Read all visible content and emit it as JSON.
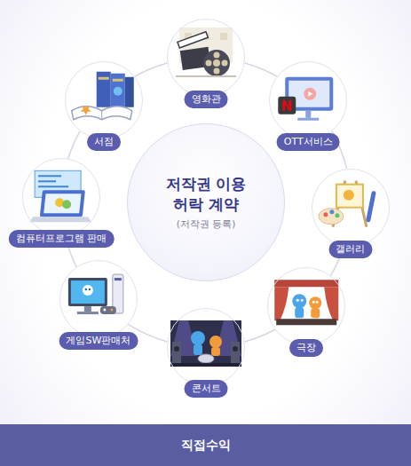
{
  "diagram": {
    "nodes": [
      {
        "text": [
          "저작권 이용 허락 계약",
          "(저작권 등록)"
        ]
      },
      {
        "text": [
          "영화관"
        ]
      },
      {
        "text": [
          "OTT서비스"
        ]
      },
      {
        "text": [
          "갤러리"
        ]
      },
      {
        "text": [
          "극장"
        ]
      },
      {
        "text": [
          "콘서트"
        ]
      },
      {
        "text": [
          "게임SW판매처"
        ]
      },
      {
        "text": [
          "컴퓨터프로그램 판매"
        ]
      },
      {
        "text": [
          "서점"
        ]
      },
      {
        "text": [
          "직접수익"
        ]
      }
    ],
    "edges": [
      {
        "from": 1,
        "to": 2,
        "arrow": "none"
      },
      {
        "from": 2,
        "to": 3,
        "arrow": "none"
      },
      {
        "from": 3,
        "to": 4,
        "arrow": "none"
      },
      {
        "from": 4,
        "to": 5,
        "arrow": "none"
      },
      {
        "from": 5,
        "to": 6,
        "arrow": "none"
      },
      {
        "from": 6,
        "to": 7,
        "arrow": "none"
      },
      {
        "from": 7,
        "to": 8,
        "arrow": "none"
      },
      {
        "from": 8,
        "to": 1,
        "arrow": "none"
      }
    ]
  }
}
